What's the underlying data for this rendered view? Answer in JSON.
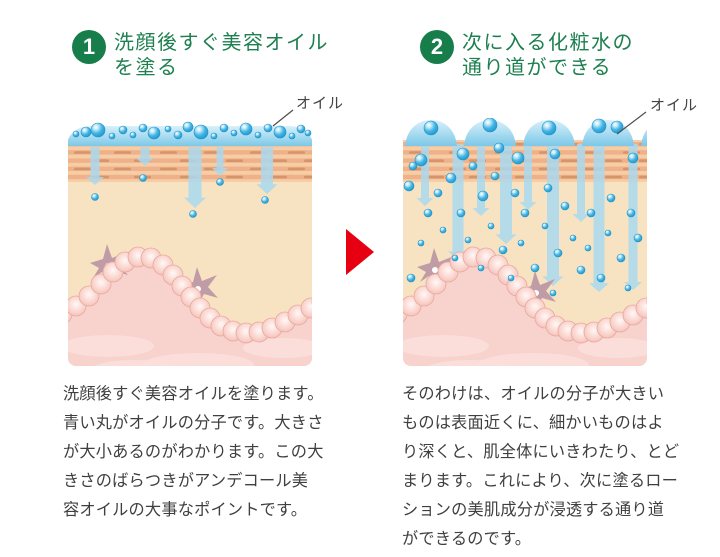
{
  "page": {
    "background": "#ffffff"
  },
  "colors": {
    "accent_green": "#177d4a",
    "title_green": "#1e8050",
    "body_text": "#3f3f3f",
    "red_arrow": "#e60012",
    "oil_blue": "#2ba8db",
    "oil_blue_dark": "#1b93c9",
    "arrow_blue": "#a9d8ef",
    "oil_film_light": "#d9f0fa",
    "oil_film": "#7cc8e8",
    "skin_cream": "#f7e3c2",
    "stripe_tan": "#f6cda4",
    "stripe_salmon": "#efb189",
    "stripe_dash": "#d6946b",
    "dermis_pink": "#f8d2cc",
    "dermis_light": "#fbdfda",
    "cell_pink": "#fbd9d3",
    "cell_edge": "#e8a89e",
    "melanocyte": "#c09da6",
    "pointer_line": "#4d4d4d"
  },
  "steps": [
    {
      "number": "1",
      "title_lines": [
        "洗顔後すぐ美容オイル",
        "を塗る"
      ],
      "oil_label": "オイル",
      "description_lines": [
        "洗顔後すぐ美容オイルを塗ります。",
        "青い丸がオイルの分子です。大きさ",
        "が大小あるのがわかります。この大",
        "きさのばらつきがアンデコール美",
        "容オイルの大事なポイントです。"
      ]
    },
    {
      "number": "2",
      "title_lines": [
        "次に入る化粧水の",
        "通り道ができる"
      ],
      "oil_label": "オイル",
      "description_lines": [
        "そのわけは、オイルの分子が大きい",
        "ものは表面近くに、細かいものはよ",
        "り深くと、肌全体にいきわたり、とど",
        "まります。これにより、次に塗るロー",
        "ションの美肌成分が浸透する通り道",
        "ができるのです。"
      ]
    }
  ]
}
